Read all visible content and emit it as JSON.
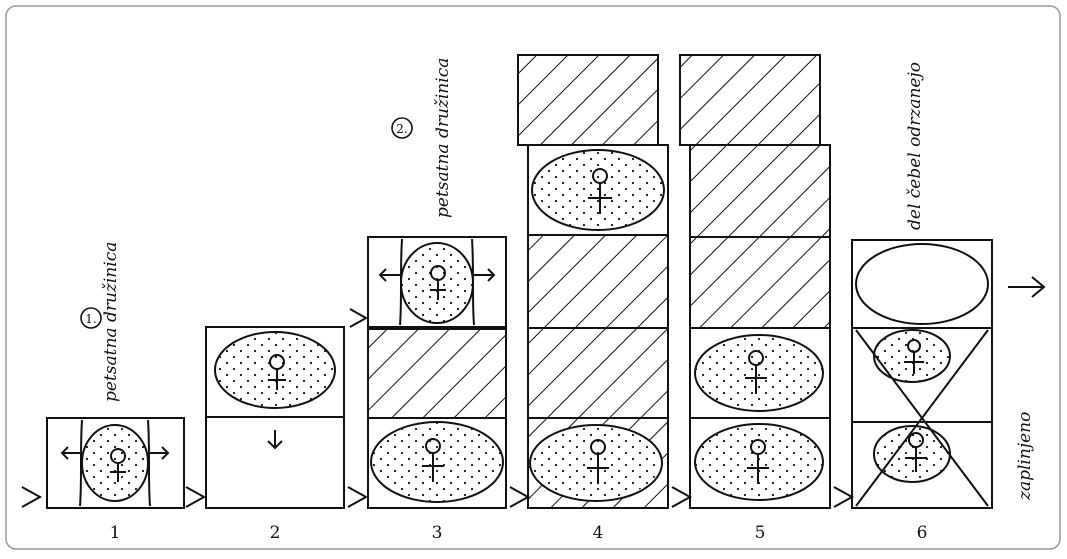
{
  "labels": {
    "pet_a": "petsatna družinica",
    "pet_b": "petsatna družinica",
    "ciscea": "del čebel odrzanejo",
    "zaplinjeno": "zaplinjeno",
    "circle_1": "1.",
    "circle_2": "2."
  },
  "steps": [
    {
      "label": "1"
    },
    {
      "label": "2"
    },
    {
      "label": "3"
    },
    {
      "label": "4"
    },
    {
      "label": "5"
    },
    {
      "label": "6"
    }
  ],
  "colors": {
    "ink": "#111111",
    "paper": "#ffffff",
    "border": "#888888"
  }
}
